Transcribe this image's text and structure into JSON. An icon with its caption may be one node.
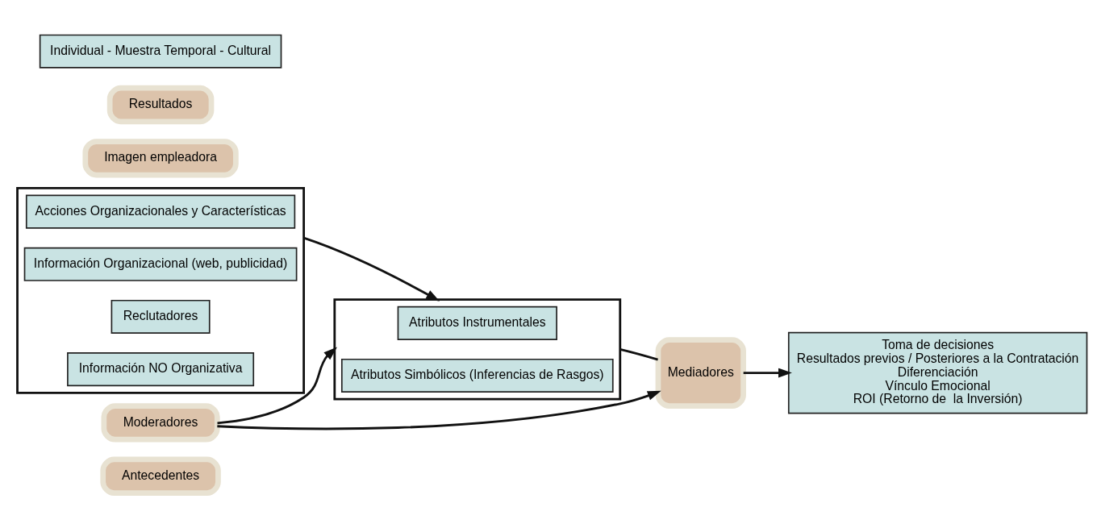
{
  "diagram": {
    "nodes": [
      {
        "text": [
          "Antecedentes"
        ]
      },
      {
        "text": [],
        "shape": "box"
      },
      {
        "text": [
          "Acciones Organizacionales y Características"
        ],
        "in": 1
      },
      {
        "text": [
          "Información Organizacional (web, publicidad)"
        ],
        "in": 1
      },
      {
        "text": [
          "Reclutadores"
        ],
        "in": 1
      },
      {
        "text": [
          "Información NO Organizativa"
        ],
        "in": 1
      },
      {
        "text": [
          "Imagen empleadora"
        ]
      },
      {
        "text": [],
        "shape": "box"
      },
      {
        "text": [
          "Atributos Instrumentales"
        ],
        "in": 7
      },
      {
        "text": [
          "Atributos Simbólicos (Inferencias de Rasgos)"
        ],
        "in": 7
      },
      {
        "text": [
          "Mediadores"
        ]
      },
      {
        "text": [
          "Resultados"
        ]
      },
      {
        "text": [
          "Toma de decisiones",
          "Resultados previos / Posteriores a la Contratación",
          "Diferenciación",
          "Vínculo Emocional",
          "ROI (Retorno de  la Inversión)"
        ]
      },
      {
        "text": [
          "Moderadores"
        ]
      },
      {
        "text": [
          "Individual - Muestra Temporal - Cultural"
        ]
      }
    ],
    "edges": [
      {
        "from": 1,
        "to": 7,
        "arrow": "to"
      },
      {
        "from": 7,
        "to": 10,
        "arrow": "none"
      },
      {
        "from": 10,
        "to": 12,
        "arrow": "to"
      },
      {
        "from": 13,
        "to": 7,
        "arrow": "to"
      },
      {
        "from": 13,
        "to": 10,
        "arrow": "to"
      }
    ]
  }
}
